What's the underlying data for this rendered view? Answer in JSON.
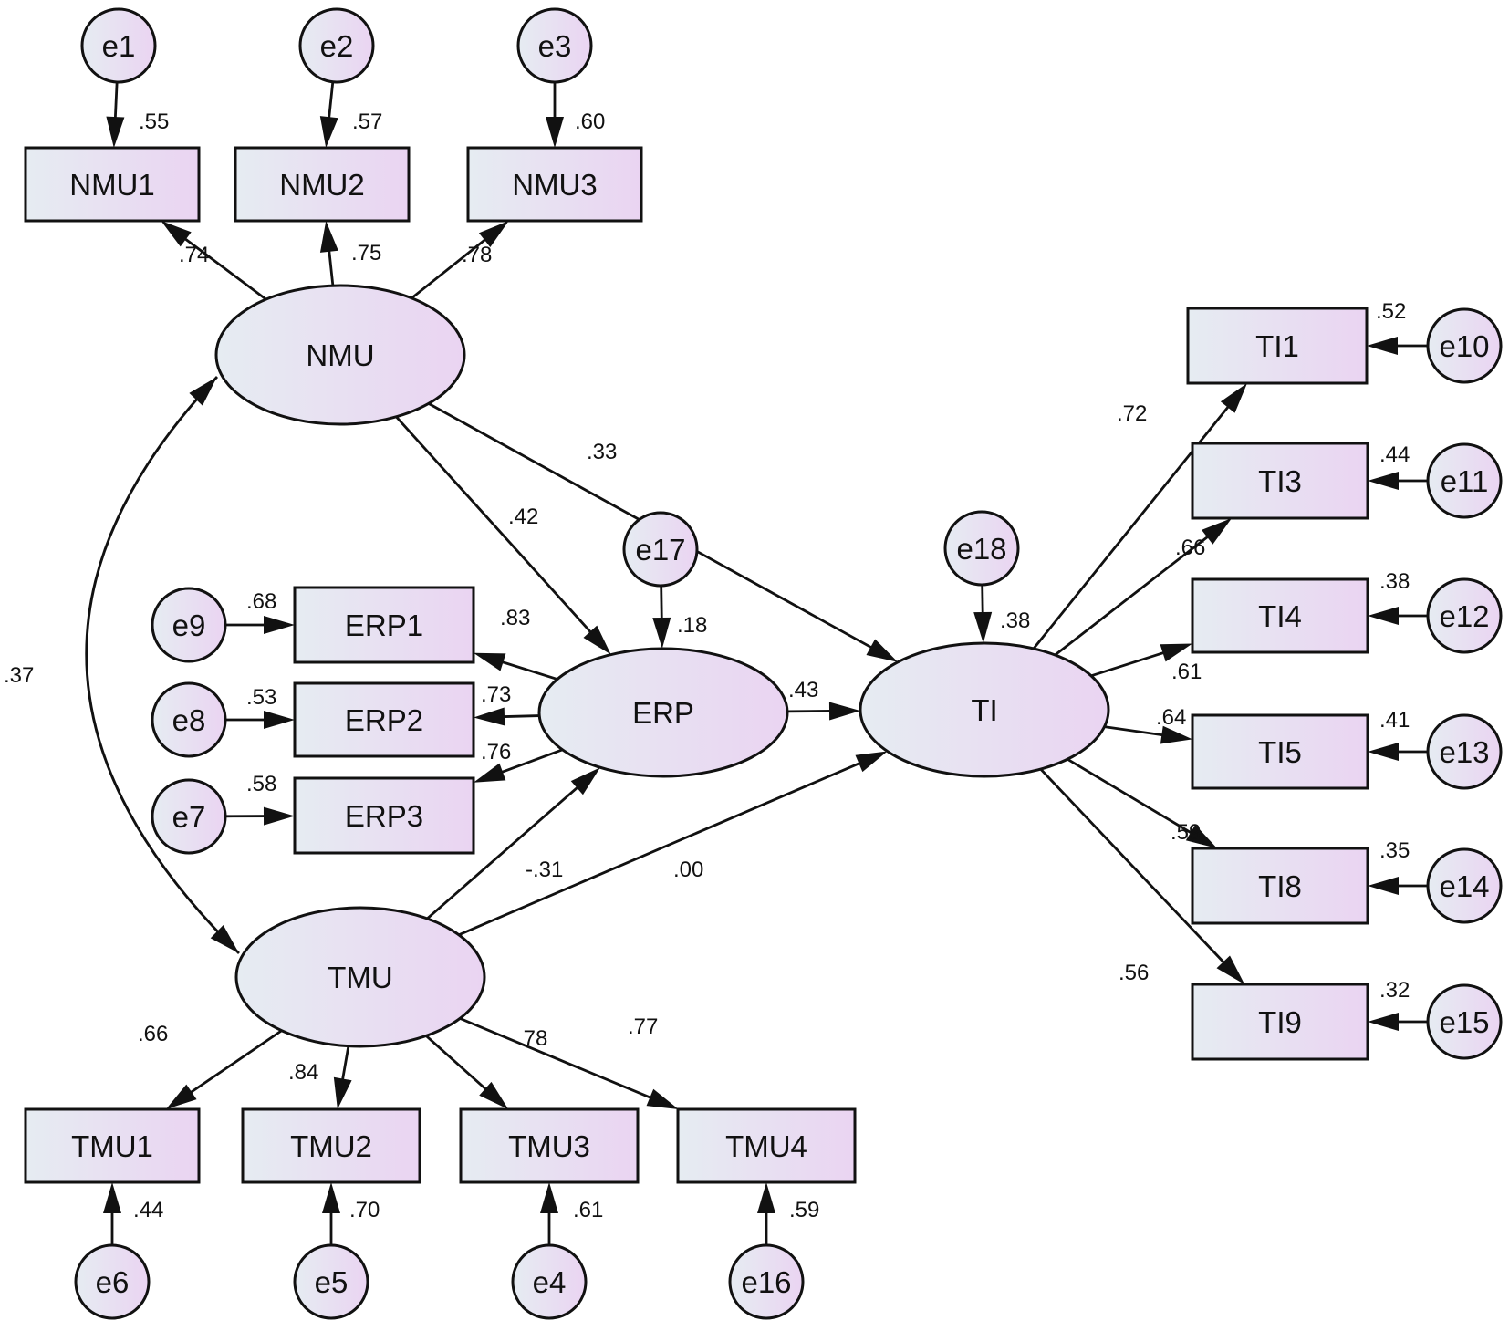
{
  "colors": {
    "fill_light": "#e6ecf2",
    "fill_pink": "#ead4f2",
    "stroke": "#111111"
  },
  "observed": {
    "NMU1": "NMU1",
    "NMU2": "NMU2",
    "NMU3": "NMU3",
    "ERP1": "ERP1",
    "ERP2": "ERP2",
    "ERP3": "ERP3",
    "TMU1": "TMU1",
    "TMU2": "TMU2",
    "TMU3": "TMU3",
    "TMU4": "TMU4",
    "TI1": "TI1",
    "TI3": "TI3",
    "TI4": "TI4",
    "TI5": "TI5",
    "TI8": "TI8",
    "TI9": "TI9"
  },
  "latent": {
    "NMU": "NMU",
    "ERP": "ERP",
    "TI": "TI",
    "TMU": "TMU"
  },
  "errors": {
    "e1": "e1",
    "e2": "e2",
    "e3": "e3",
    "e4": "e4",
    "e5": "e5",
    "e6": "e6",
    "e7": "e7",
    "e8": "e8",
    "e9": "e9",
    "e10": "e10",
    "e11": "e11",
    "e12": "e12",
    "e13": "e13",
    "e14": "e14",
    "e15": "e15",
    "e16": "e16",
    "e17": "e17",
    "e18": "e18"
  },
  "squared_multiple_correlations": {
    "NMU1": ".55",
    "NMU2": ".57",
    "NMU3": ".60",
    "ERP1": ".68",
    "ERP2": ".53",
    "ERP3": ".58",
    "TMU1": ".44",
    "TMU2": ".70",
    "TMU3": ".61",
    "TMU4": ".59",
    "TI1": ".52",
    "TI3": ".44",
    "TI4": ".38",
    "TI5": ".41",
    "TI8": ".35",
    "TI9": ".32",
    "ERP": ".18",
    "TI": ".38"
  },
  "loadings": {
    "NMU_NMU1": ".74",
    "NMU_NMU2": ".75",
    "NMU_NMU3": ".78",
    "ERP_ERP1": ".83",
    "ERP_ERP2": ".73",
    "ERP_ERP3": ".76",
    "TMU_TMU1": ".66",
    "TMU_TMU2": ".84",
    "TMU_TMU3": ".78",
    "TMU_TMU4": ".77",
    "TI_TI1": ".72",
    "TI_TI3": ".66",
    "TI_TI4": ".61",
    "TI_TI5": ".64",
    "TI_TI8": ".59",
    "TI_TI9": ".56"
  },
  "structural": {
    "NMU_ERP": ".42",
    "NMU_TI": ".33",
    "ERP_TI": ".43",
    "TMU_ERP": "-.31",
    "TMU_TI": ".00",
    "NMU_TMU": ".37"
  }
}
